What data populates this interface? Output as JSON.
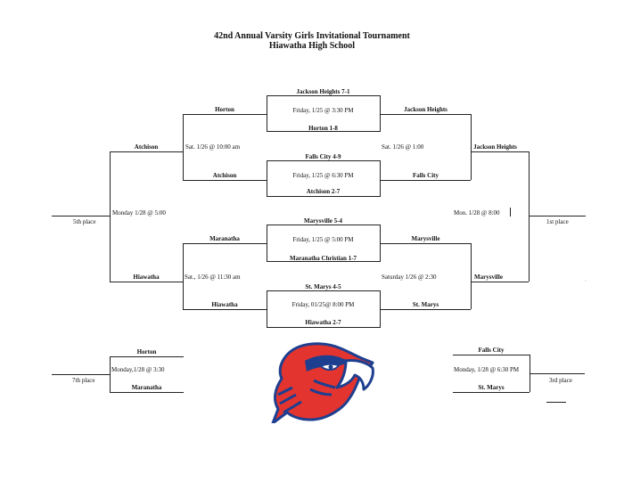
{
  "header": {
    "title": "42nd Annual Varsity Girls Invitational Tournament",
    "subtitle": "Hiawatha High School"
  },
  "games": {
    "g1": {
      "top": "Jackson Heights 7-1",
      "time": "Friday, 1/25 @ 3:30 PM",
      "bottom": "Horton 1-8"
    },
    "g2": {
      "top": "Falls City 4-9",
      "time": "Friday, 1/25 @ 6:30 PM",
      "bottom": "Atchison 2-7"
    },
    "g3": {
      "top": "Marysville 5-4",
      "time": "Friday, 1/25 @ 5:00 PM",
      "bottom": "Maranatha Christian 1-7"
    },
    "g4": {
      "top": "St. Marys 4-5",
      "time": "Friday, 01/25@ 8:00 PM",
      "bottom": "Hiawatha 2-7"
    }
  },
  "left_bracket": {
    "semi1": {
      "top": "Horton",
      "time": "Sat. 1/26 @ 10:00 am",
      "bottom": "Atchison"
    },
    "semi2": {
      "top": "Maranatha",
      "time": "Sat., 1/26 @ 11:30 am",
      "bottom": "Hiawatha"
    },
    "final": {
      "top": "Atchison",
      "time": "Monday 1/28 @ 5:00",
      "bottom": "Hiawatha"
    },
    "place_label": "5th place"
  },
  "right_bracket": {
    "semi1": {
      "top": "Jackson Heights",
      "time": "Sat. 1/26 @ 1:00",
      "bottom": "Falls City"
    },
    "semi2": {
      "top": "Marysville",
      "time": "Saturday 1/26 @ 2:30",
      "bottom": "St. Marys"
    },
    "final": {
      "top": "Jackson Heights",
      "time": "Mon. 1/28 @ 8:00",
      "bottom": "Marysville"
    },
    "place_label": "1st place"
  },
  "seventh_place": {
    "top": "Horton",
    "time": "Monday,1/28 @ 3:30",
    "bottom": "Maranatha",
    "place_label": "7th place"
  },
  "third_place": {
    "top": "Falls City",
    "time": "Monday, 1/28 @ 6:30 PM",
    "bottom": "St. Marys",
    "place_label": "3rd place"
  },
  "colors": {
    "hawk_red": "#e4342f",
    "hawk_blue": "#1e3f8f"
  }
}
